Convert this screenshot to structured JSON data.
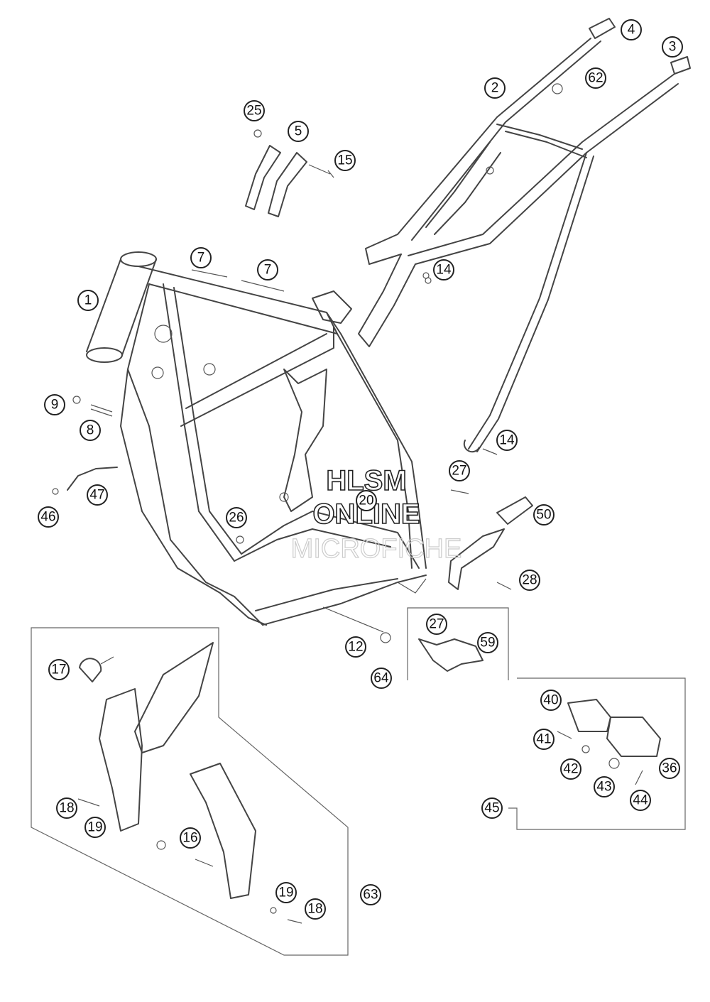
{
  "watermark": {
    "line1": "HLSM",
    "line2": "ONLINE",
    "line3": "MICROFICHE"
  },
  "callouts": [
    {
      "id": "c4",
      "label": "4"
    },
    {
      "id": "c3",
      "label": "3"
    },
    {
      "id": "c2",
      "label": "2"
    },
    {
      "id": "c62",
      "label": "62"
    },
    {
      "id": "c25",
      "label": "25"
    },
    {
      "id": "c5",
      "label": "5"
    },
    {
      "id": "c15",
      "label": "15"
    },
    {
      "id": "c7a",
      "label": "7"
    },
    {
      "id": "c7b",
      "label": "7"
    },
    {
      "id": "c14a",
      "label": "14"
    },
    {
      "id": "c1",
      "label": "1"
    },
    {
      "id": "c9",
      "label": "9"
    },
    {
      "id": "c8",
      "label": "8"
    },
    {
      "id": "c14b",
      "label": "14"
    },
    {
      "id": "c27a",
      "label": "27"
    },
    {
      "id": "c47",
      "label": "47"
    },
    {
      "id": "c46",
      "label": "46"
    },
    {
      "id": "c20",
      "label": "20"
    },
    {
      "id": "c26",
      "label": "26"
    },
    {
      "id": "c50",
      "label": "50"
    },
    {
      "id": "c28",
      "label": "28"
    },
    {
      "id": "c27b",
      "label": "27"
    },
    {
      "id": "c59",
      "label": "59"
    },
    {
      "id": "c12",
      "label": "12"
    },
    {
      "id": "c64",
      "label": "64"
    },
    {
      "id": "c17",
      "label": "17"
    },
    {
      "id": "c40",
      "label": "40"
    },
    {
      "id": "c41",
      "label": "41"
    },
    {
      "id": "c36",
      "label": "36"
    },
    {
      "id": "c42",
      "label": "42"
    },
    {
      "id": "c43",
      "label": "43"
    },
    {
      "id": "c44",
      "label": "44"
    },
    {
      "id": "c45",
      "label": "45"
    },
    {
      "id": "c18a",
      "label": "18"
    },
    {
      "id": "c19a",
      "label": "19"
    },
    {
      "id": "c16",
      "label": "16"
    },
    {
      "id": "c19b",
      "label": "19"
    },
    {
      "id": "c18b",
      "label": "18"
    },
    {
      "id": "c63",
      "label": "63"
    }
  ]
}
